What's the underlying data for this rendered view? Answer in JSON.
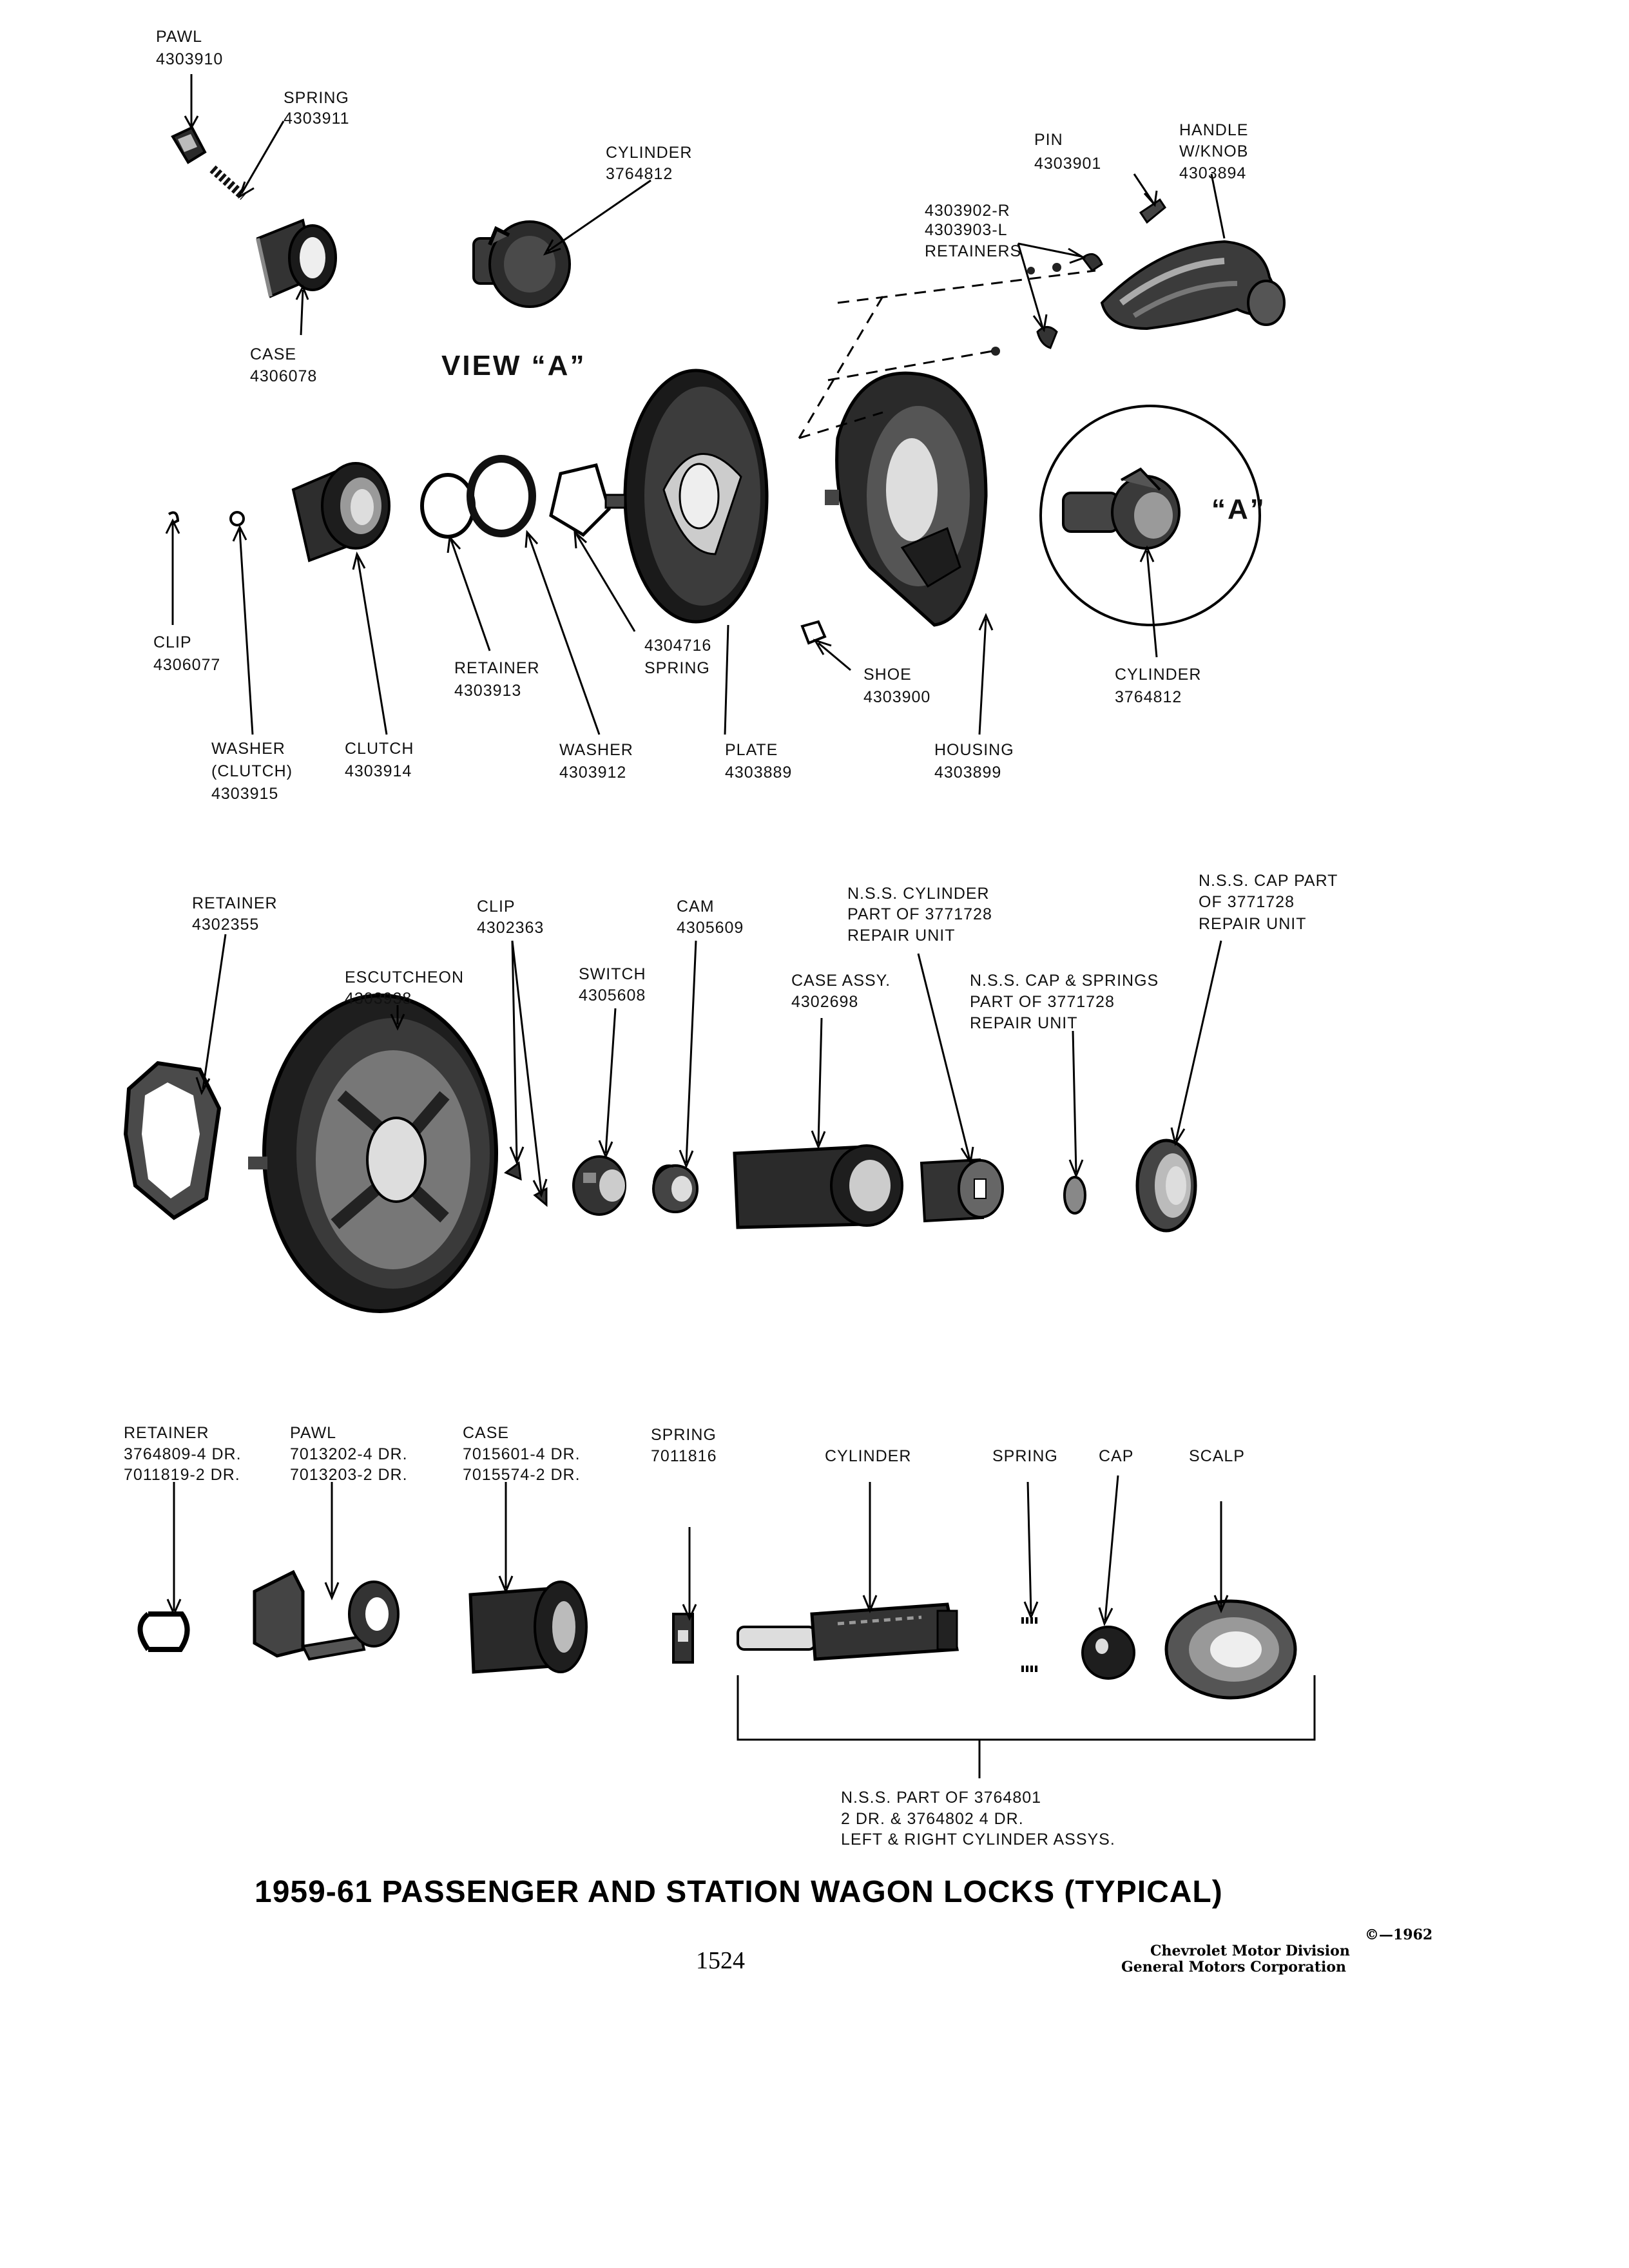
{
  "labels": {
    "pawl_top": [
      "PAWL",
      "4303910"
    ],
    "spring_top": [
      "SPRING",
      "4303911"
    ],
    "cylinder_view": [
      "CYLINDER",
      "3764812"
    ],
    "case_top": [
      "CASE",
      "4306078"
    ],
    "pin": [
      "PIN",
      "4303901"
    ],
    "handle": [
      "HANDLE",
      "W/KNOB",
      "4303894"
    ],
    "retainers_top": [
      "4303902-R",
      "4303903-L",
      "RETAINERS"
    ],
    "clip_top": [
      "CLIP",
      "4306077"
    ],
    "washer_clutch": [
      "WASHER",
      "(CLUTCH)",
      "4303915"
    ],
    "clutch": [
      "CLUTCH",
      "4303914"
    ],
    "retainer_mid": [
      "RETAINER",
      "4303913"
    ],
    "spring_4304716": [
      "4304716",
      "SPRING"
    ],
    "washer_mid": [
      "WASHER",
      "4303912"
    ],
    "plate": [
      "PLATE",
      "4303889"
    ],
    "shoe": [
      "SHOE",
      "4303900"
    ],
    "housing": [
      "HOUSING",
      "4303899"
    ],
    "cylinder_a": [
      "CYLINDER",
      "3764812"
    ],
    "retainer_4302355": [
      "RETAINER",
      "4302355"
    ],
    "clip_4302363": [
      "CLIP",
      "4302363"
    ],
    "cam": [
      "CAM",
      "4305609"
    ],
    "nss_cylinder": [
      "N.S.S. CYLINDER",
      "PART OF 3771728",
      "REPAIR UNIT"
    ],
    "nss_cap_part": [
      "N.S.S. CAP PART",
      "OF 3771728",
      "REPAIR UNIT"
    ],
    "escutcheon": [
      "ESCUTCHEON",
      "4303938"
    ],
    "switch": [
      "SWITCH",
      "4305608"
    ],
    "case_assy": [
      "CASE ASSY.",
      "4302698"
    ],
    "nss_cap_springs": [
      "N.S.S. CAP & SPRINGS",
      "PART OF 3771728",
      "REPAIR UNIT"
    ],
    "retainer_bottom": [
      "RETAINER",
      "3764809-4 DR.",
      "7011819-2 DR."
    ],
    "pawl_bottom": [
      "PAWL",
      "7013202-4 DR.",
      "7013203-2 DR."
    ],
    "case_bottom": [
      "CASE",
      "7015601-4 DR.",
      "7015574-2 DR."
    ],
    "spring_bottom": [
      "SPRING",
      "7011816"
    ],
    "cylinder_bottom": [
      "CYLINDER"
    ],
    "spring_small": [
      "SPRING"
    ],
    "cap": [
      "CAP"
    ],
    "scalp": [
      "SCALP"
    ],
    "nss_bracket": [
      "N.S.S. PART OF 3764801",
      "2 DR. & 3764802 4 DR.",
      "LEFT & RIGHT CYLINDER ASSYS."
    ]
  },
  "view_a_label": "VIEW “A”",
  "callout_a": "“A”",
  "title": "1959-61 PASSENGER AND STATION WAGON LOCKS (TYPICAL)",
  "page_number": "1524",
  "copyright": [
    "©—1962",
    "Chevrolet Motor Division",
    "General Motors Corporation"
  ]
}
